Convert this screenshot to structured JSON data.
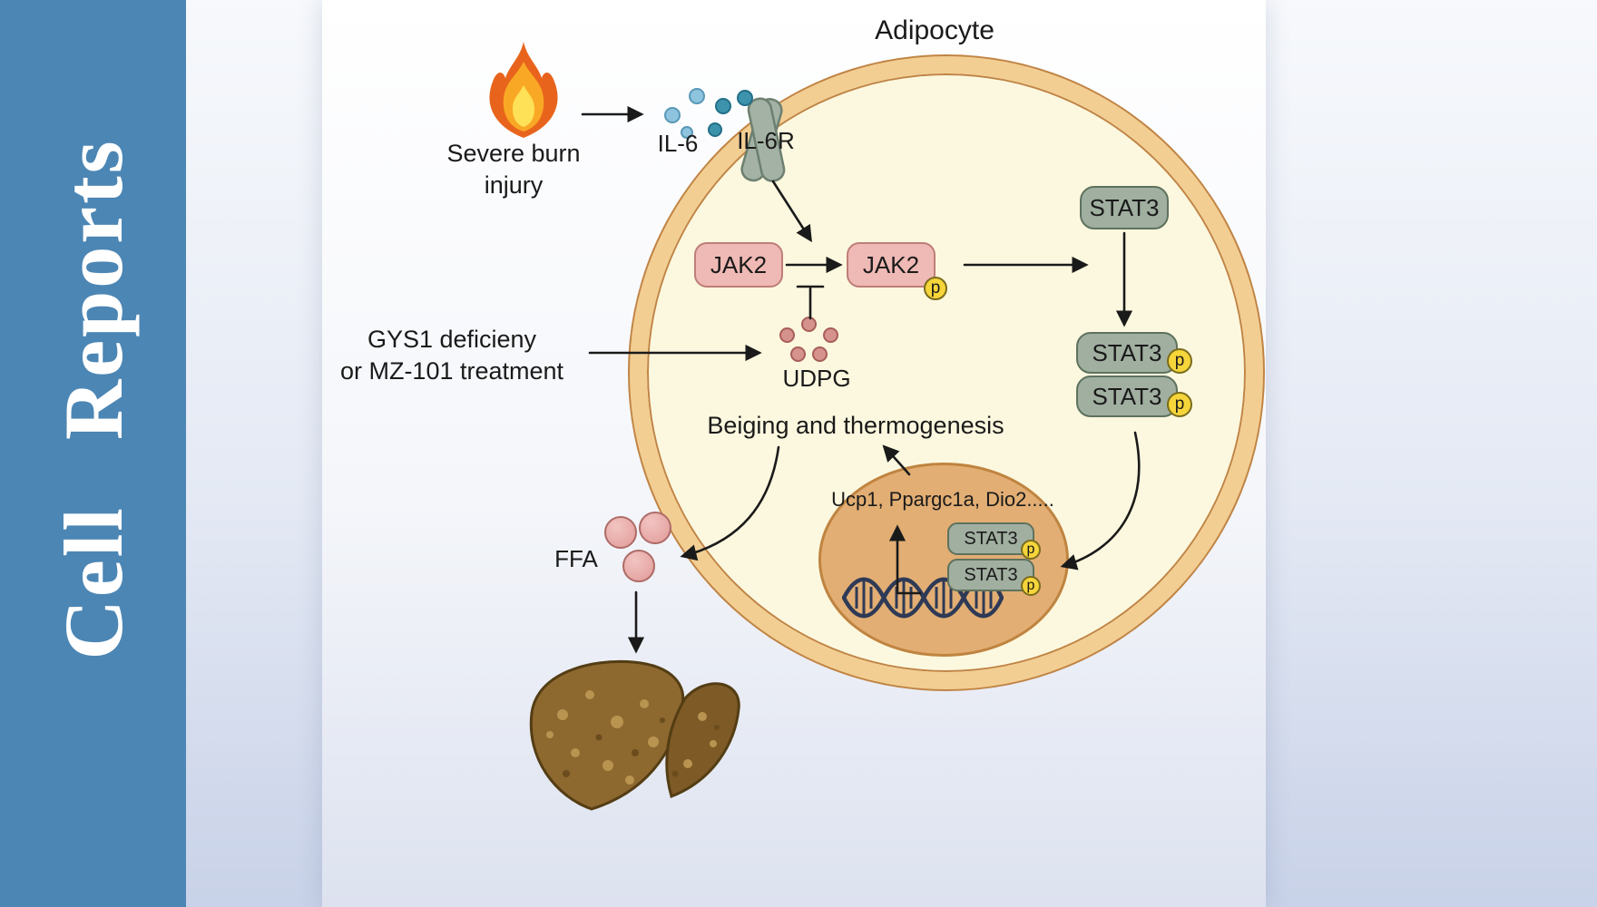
{
  "journal": {
    "name": "Cell  Reports"
  },
  "figure": {
    "cell_label": "Adipocyte",
    "trigger_line1": "Severe burn",
    "trigger_line2": "injury",
    "ligand": "IL-6",
    "receptor": "IL-6R",
    "kinase": "JAK2",
    "phospho": "p",
    "tf": "STAT3",
    "intervention_line1": "GYS1 deficieny",
    "intervention_line2": "or MZ-101 treatment",
    "metabolite": "UDPG",
    "outcome": "Beiging and thermogenesis",
    "target_genes": "Ucp1, Ppargc1a, Dio2.....",
    "lipid": "FFA"
  },
  "colors": {
    "sidebar_blue": "#4C86B4",
    "membrane": "#F2CE93",
    "membrane_outline": "#C08444",
    "cytoplasm": "#FCF8DF",
    "nucleus": "#E2AE74",
    "jak2_fill": "#EFB9B5",
    "jak2_border": "#BE7E77",
    "stat3_fill": "#A0AFA0",
    "stat3_border": "#5E725E",
    "phospho_fill": "#F6D53A",
    "arrow": "#1A1A1A",
    "il6_light": "#8FC4DE",
    "il6_dark": "#3E93AC",
    "udpg_dot": "#D6928C",
    "ffa_dot": "#E5A3A1",
    "liver": "#8D682F",
    "flame_outer": "#E8641C",
    "flame_mid": "#F9A825",
    "flame_inner": "#FFE158"
  }
}
